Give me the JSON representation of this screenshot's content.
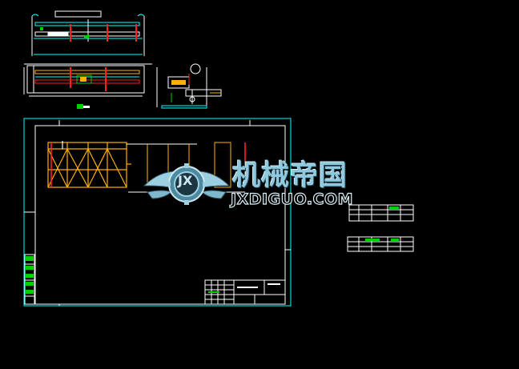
{
  "watermark": {
    "brand_cn": "机械帝国",
    "domain": "JXDIGUO.COM",
    "logo_mark": "JX",
    "logo_icon": "winged-gear-icon"
  },
  "colors": {
    "background": "#000000",
    "frame": "#ffffff",
    "border_cyan": "#00ffff",
    "structure_orange": "#ffb000",
    "red": "#ff2020",
    "green": "#00d000",
    "watermark": "#8ec9de"
  }
}
